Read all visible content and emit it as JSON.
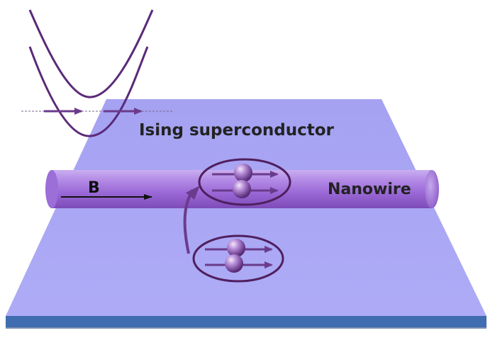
{
  "labels": {
    "substrate": "Ising superconductor",
    "wire": "Nanowire",
    "field": "B"
  },
  "colors": {
    "substrate_top": "#a9a6f4",
    "substrate_edge": "#3f6db0",
    "wire": "#9a68d6",
    "band": "#5a2a78",
    "arrow": "#6a3b8c",
    "ellipse": "#4f1f5e"
  }
}
